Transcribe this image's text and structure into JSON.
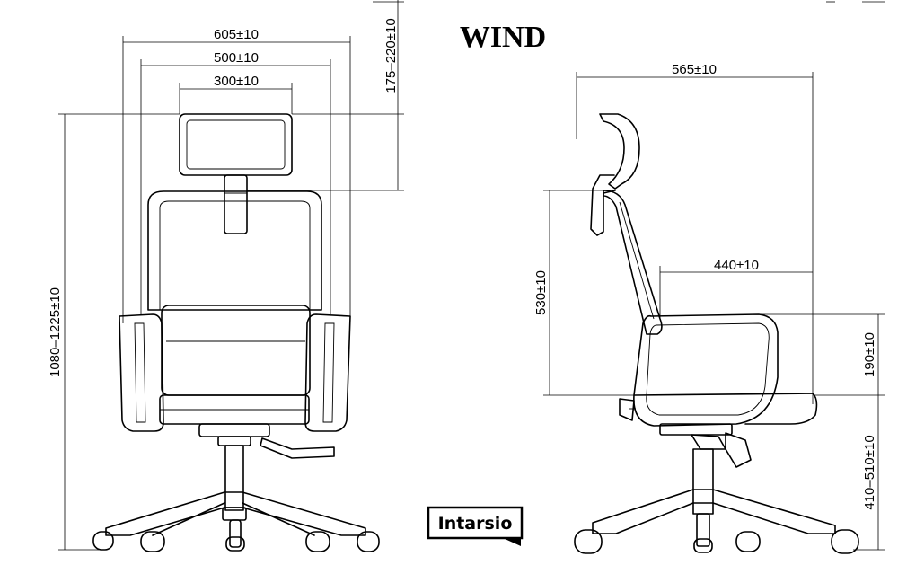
{
  "title": "WIND",
  "brand": "Intarsio",
  "dimensions": {
    "front_width_total": "605±10",
    "front_width_seat": "500±10",
    "front_width_headrest": "300±10",
    "headrest_adjust": "175–220±10",
    "front_total_height": "1080–1225±10",
    "side_depth_total": "565±10",
    "side_seat_depth": "440±10",
    "side_back_height": "530±10",
    "side_armrest_height": "190±10",
    "side_seat_height": "410–510±10"
  }
}
